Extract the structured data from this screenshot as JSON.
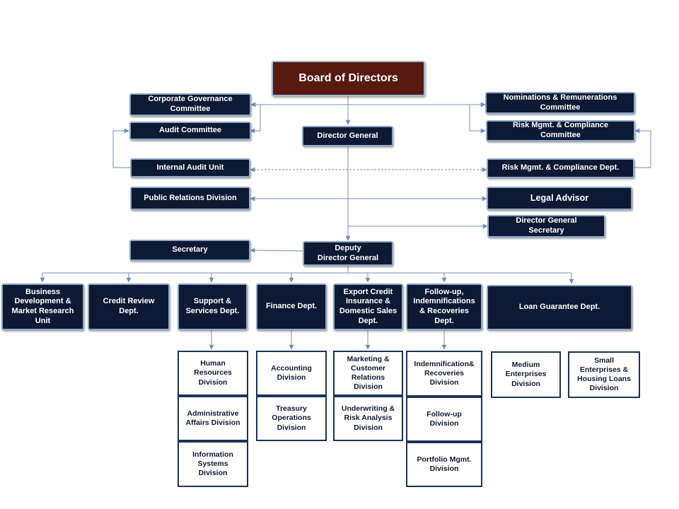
{
  "board": "Board of Directors",
  "committees": {
    "corporate_governance": "Corporate Governance\nCommittee",
    "audit": "Audit Committee",
    "nominations": "Nominations & Remunerations\nCommittee",
    "risk_committee": "Risk Mgmt. & Compliance\nCommittee"
  },
  "director_general": "Director General",
  "internal_audit": "Internal Audit Unit",
  "risk_dept": "Risk Mgmt. & Compliance Dept.",
  "public_relations": "Public Relations Division",
  "legal_advisor": "Legal Advisor",
  "dg_secretary": "Director General\nSecretary",
  "secretary": "Secretary",
  "deputy_dg": "Deputy\nDirector General",
  "departments": {
    "business_dev": "Business\nDevelopment &\nMarket Research\nUnit",
    "credit_review": "Credit Review\nDept.",
    "support": "Support &\nServices Dept.",
    "finance": "Finance Dept.",
    "export_credit": "Export Credit\nInsurance &\nDomestic Sales\nDept.",
    "follow_up": "Follow-up,\nIndemnifications\n& Recoveries\nDept.",
    "loan_guarantee": "Loan Guarantee Dept."
  },
  "divisions": {
    "human_resources": "Human\nResources\nDivision",
    "admin_affairs": "Administrative\nAffairs Division",
    "info_systems": "Information\nSystems\nDivision",
    "accounting": "Accounting\nDivision",
    "treasury": "Treasury\nOperations\nDivision",
    "marketing": "Marketing &\nCustomer\nRelations\nDivision",
    "underwriting": "Underwriting &\nRisk Analysis\nDivision",
    "indemnification": "Indemnification&\nRecoveries\nDivision",
    "follow_up_div": "Follow-up\nDivision",
    "portfolio": "Portfolio Mgmt.\nDivision",
    "medium": "Medium\nEnterprises\nDivision",
    "small": "Small\nEnterprises &\nHousing Loans\nDivision"
  },
  "colors": {
    "box_fill": "#0e1a33",
    "box_border": "#8da7c9",
    "board_fill": "#561a10",
    "line": "#6f8fb8"
  }
}
